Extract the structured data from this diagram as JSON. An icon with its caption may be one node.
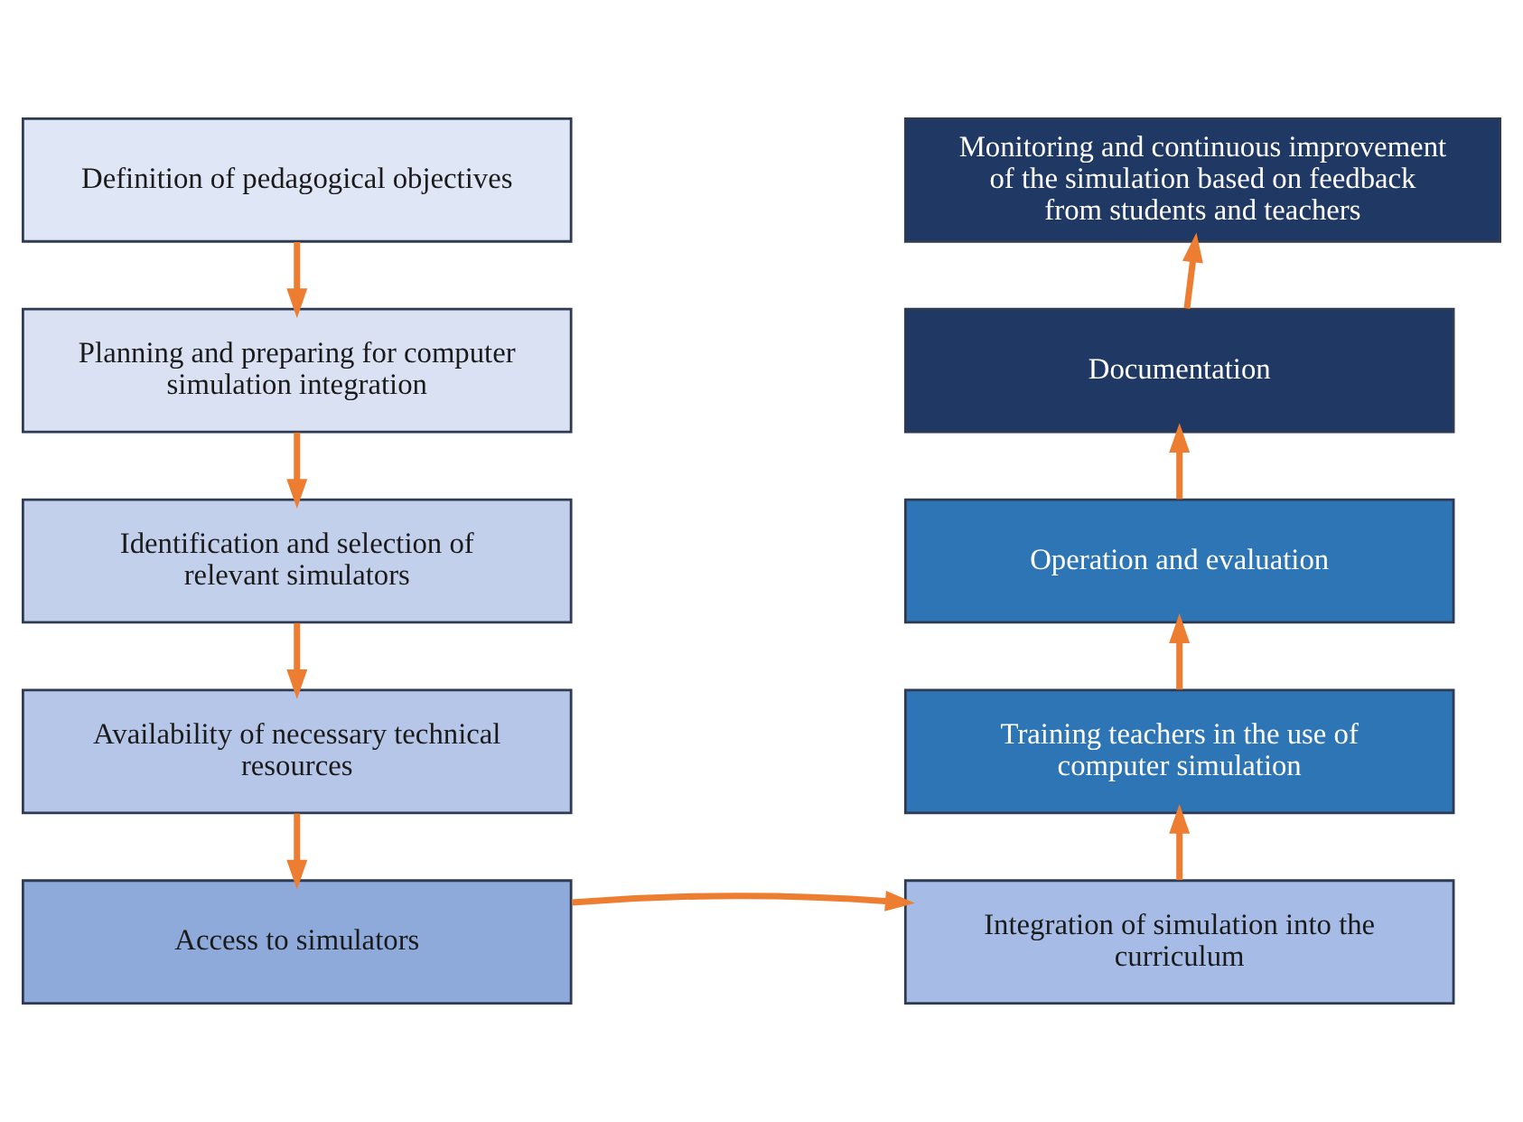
{
  "diagram": {
    "nodes": [
      {
        "text": [
          "Definition of pedagogical objectives"
        ]
      },
      {
        "text": [
          "Planning and preparing for computer simulation integration"
        ]
      },
      {
        "text": [
          "Identification and selection of relevant simulators"
        ]
      },
      {
        "text": [
          "Availability of necessary technical resources"
        ]
      },
      {
        "text": [
          "Access to simulators"
        ]
      },
      {
        "text": [
          "Integration of simulation into the curriculum"
        ]
      },
      {
        "text": [
          "Training teachers in the use of computer simulation"
        ]
      },
      {
        "text": [
          "Operation and evaluation"
        ]
      },
      {
        "text": [
          "Documentation"
        ]
      },
      {
        "text": [
          "Monitoring and continuous improvement of the simulation based on feedback from students and teachers"
        ]
      }
    ],
    "edges": [
      {
        "from": 0,
        "to": 1,
        "arrow": "to"
      },
      {
        "from": 1,
        "to": 2,
        "arrow": "to"
      },
      {
        "from": 2,
        "to": 3,
        "arrow": "to"
      },
      {
        "from": 3,
        "to": 4,
        "arrow": "to"
      },
      {
        "from": 4,
        "to": 5,
        "arrow": "to"
      },
      {
        "from": 5,
        "to": 6,
        "arrow": "to"
      },
      {
        "from": 6,
        "to": 7,
        "arrow": "to"
      },
      {
        "from": 7,
        "to": 8,
        "arrow": "to"
      },
      {
        "from": 8,
        "to": 9,
        "arrow": "to"
      }
    ]
  }
}
